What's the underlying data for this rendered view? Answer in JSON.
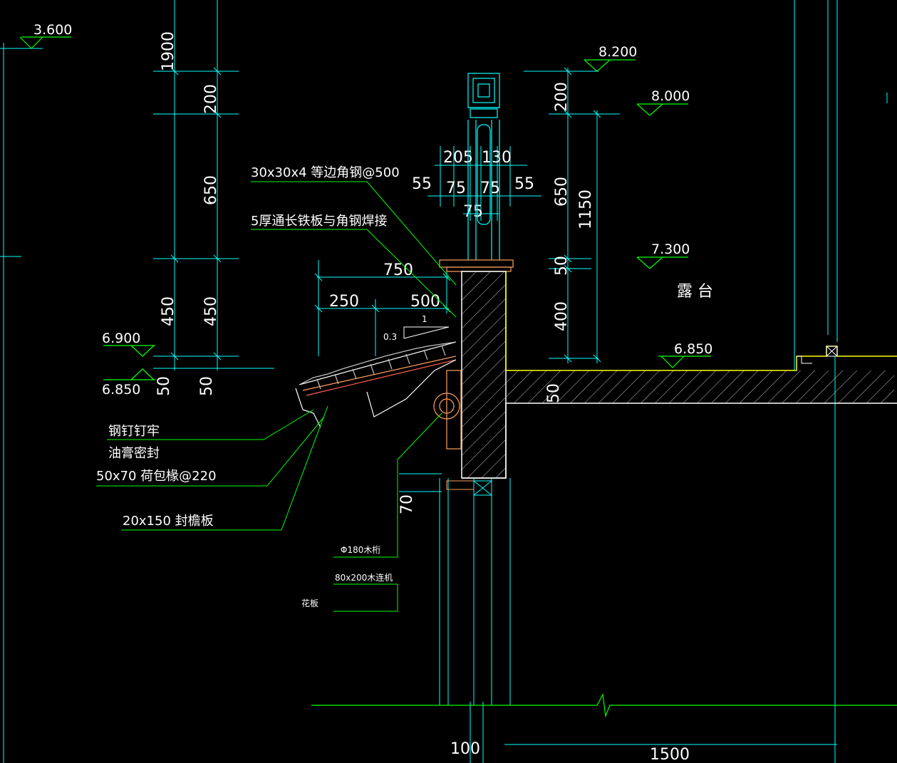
{
  "levels": {
    "l3600": "3.600",
    "l8200": "8.200",
    "l8000": "8.000",
    "l7300": "7.300",
    "l6900": "6.900",
    "l6850_left": "6.850",
    "l6850_right": "6.850"
  },
  "dims": {
    "d1900": "1900",
    "d200_left": "200",
    "d650_left": "650",
    "d450_a": "450",
    "d450_b": "450",
    "d50_a": "50",
    "d50_b": "50",
    "d205": "205",
    "d130": "130",
    "d55_left": "55",
    "d55_right": "55",
    "d75_a": "75",
    "d75_b": "75",
    "d75_c": "75",
    "d750": "750",
    "d250": "250",
    "d500": "500",
    "slope_1": "1",
    "slope_03": "0.3",
    "d200_right": "200",
    "d650_right": "650",
    "d1150": "1150",
    "d50_right": "50",
    "d400": "400",
    "d50_slab": "50",
    "d70": "70",
    "d100": "100",
    "d1500": "1500"
  },
  "notes": {
    "angle_steel": "30x30x4 等边角钢@500",
    "steel_plate": "5厚通长铁板与角钢焊接",
    "nail": "钢钉钉牢",
    "putty": "油膏密封",
    "purlin": "50x70 荷包椽@220",
    "fascia": "20x150 封檐板",
    "beam": "Φ180木桁",
    "tie": "80x200木连机",
    "flower_board": "花板",
    "terrace": "露 台"
  },
  "colors": {
    "background": "#000000",
    "text": "#ffffff",
    "dim_line": "#00ffff",
    "leader": "#00ff00",
    "wall": "#ffffff",
    "slab_edge": "#ffff00",
    "detail": "#ff7f50",
    "wood": "#c87040"
  }
}
